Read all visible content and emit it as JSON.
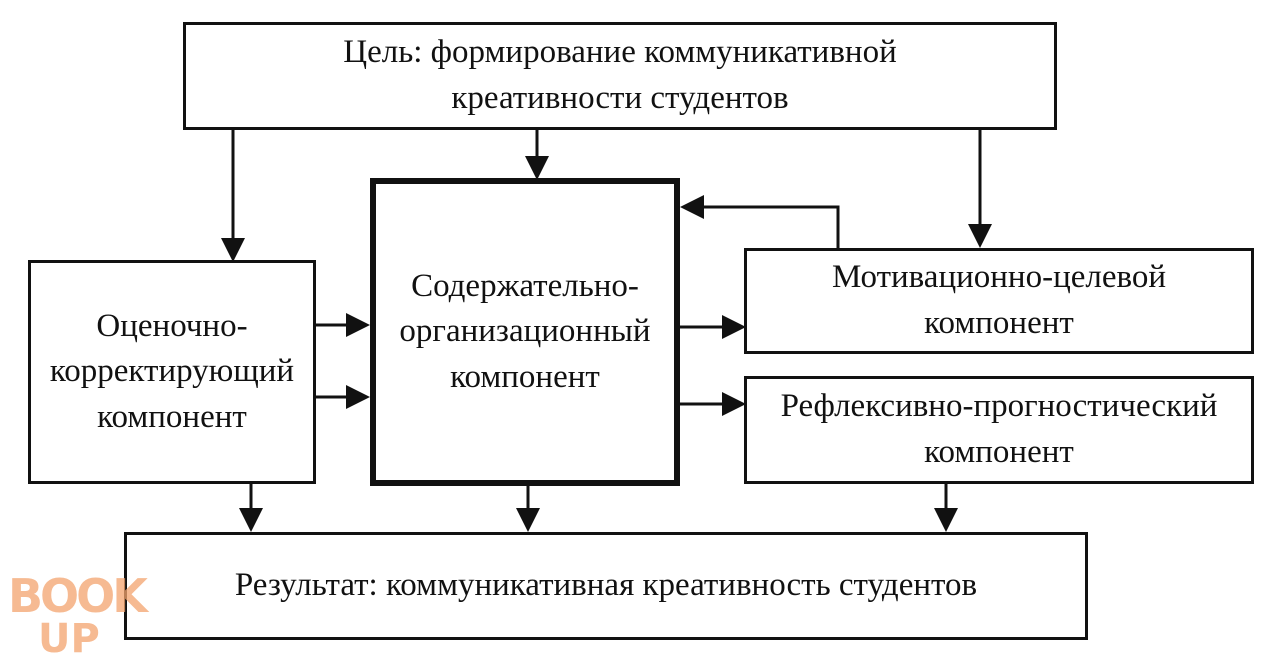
{
  "diagram": {
    "goal": "Цель: формирование коммуникативной\nкреативности студентов",
    "evaluative": "Оценочно-\nкорректирующий\nкомпонент",
    "content": "Содержательно-\nорганизационный\nкомпонент",
    "motivational": "Мотивационно-целевой\nкомпонент",
    "reflexive": "Рефлексивно-прогностический\nкомпонент",
    "result": "Результат: коммуникативная креативность студентов"
  },
  "watermark": {
    "line1": "BOOK",
    "line2": "UP"
  },
  "colors": {
    "ink": "#111111",
    "watermark": "#f4a46e"
  }
}
